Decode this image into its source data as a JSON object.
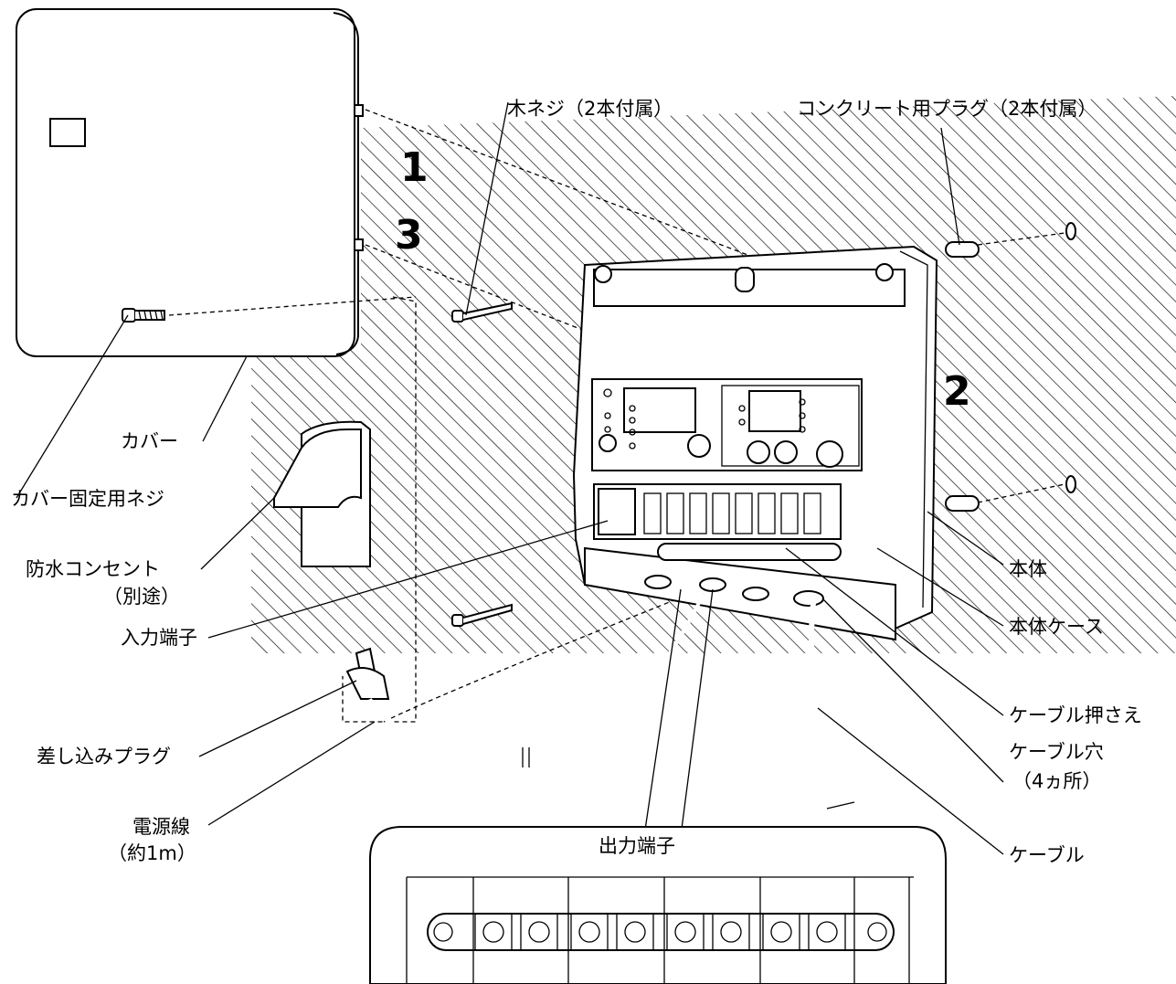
{
  "steps": [
    "1",
    "2",
    "3"
  ],
  "labels": {
    "wood_screw": "木ネジ（2本付属）",
    "concrete_plug": "コンクリート用プラグ（2本付属）",
    "cover": "カバー",
    "cover_screw": "カバー固定用ネジ",
    "outlet_line1": "防水コンセント",
    "outlet_line2": "（別途）",
    "input_terminal": "入力端子",
    "plug": "差し込みプラグ",
    "power_cord_line1": "電源線",
    "power_cord_line2": "（約1m）",
    "main_unit": "本体",
    "main_case": "本体ケース",
    "cable_clamp": "ケーブル押さえ",
    "cable_hole_line1": "ケーブル穴",
    "cable_hole_line2": "（4ヵ所）",
    "cable": "ケーブル",
    "output_terminal": "出力端子"
  }
}
